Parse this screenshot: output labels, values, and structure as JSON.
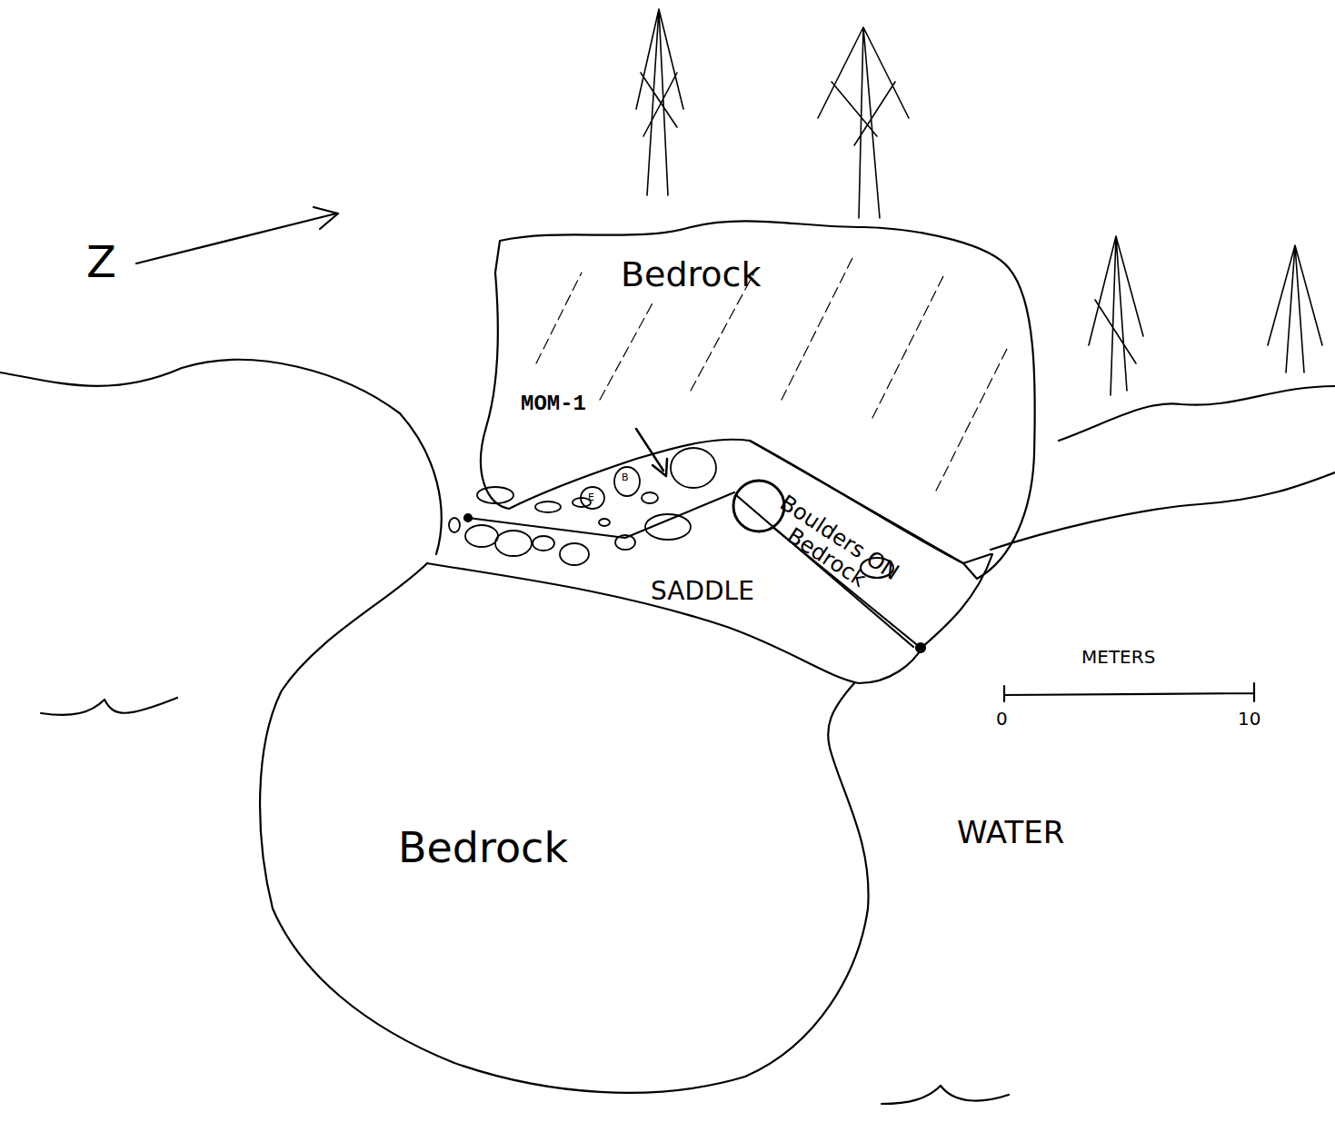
{
  "diagram": {
    "labels": [
      "Z",
      "Bedrock",
      "MOM-1",
      "B",
      "E",
      "Boulders ON Bedrock",
      "SADDLE",
      "METERS",
      "0",
      "10",
      "Bedrock",
      "WATER"
    ]
  }
}
